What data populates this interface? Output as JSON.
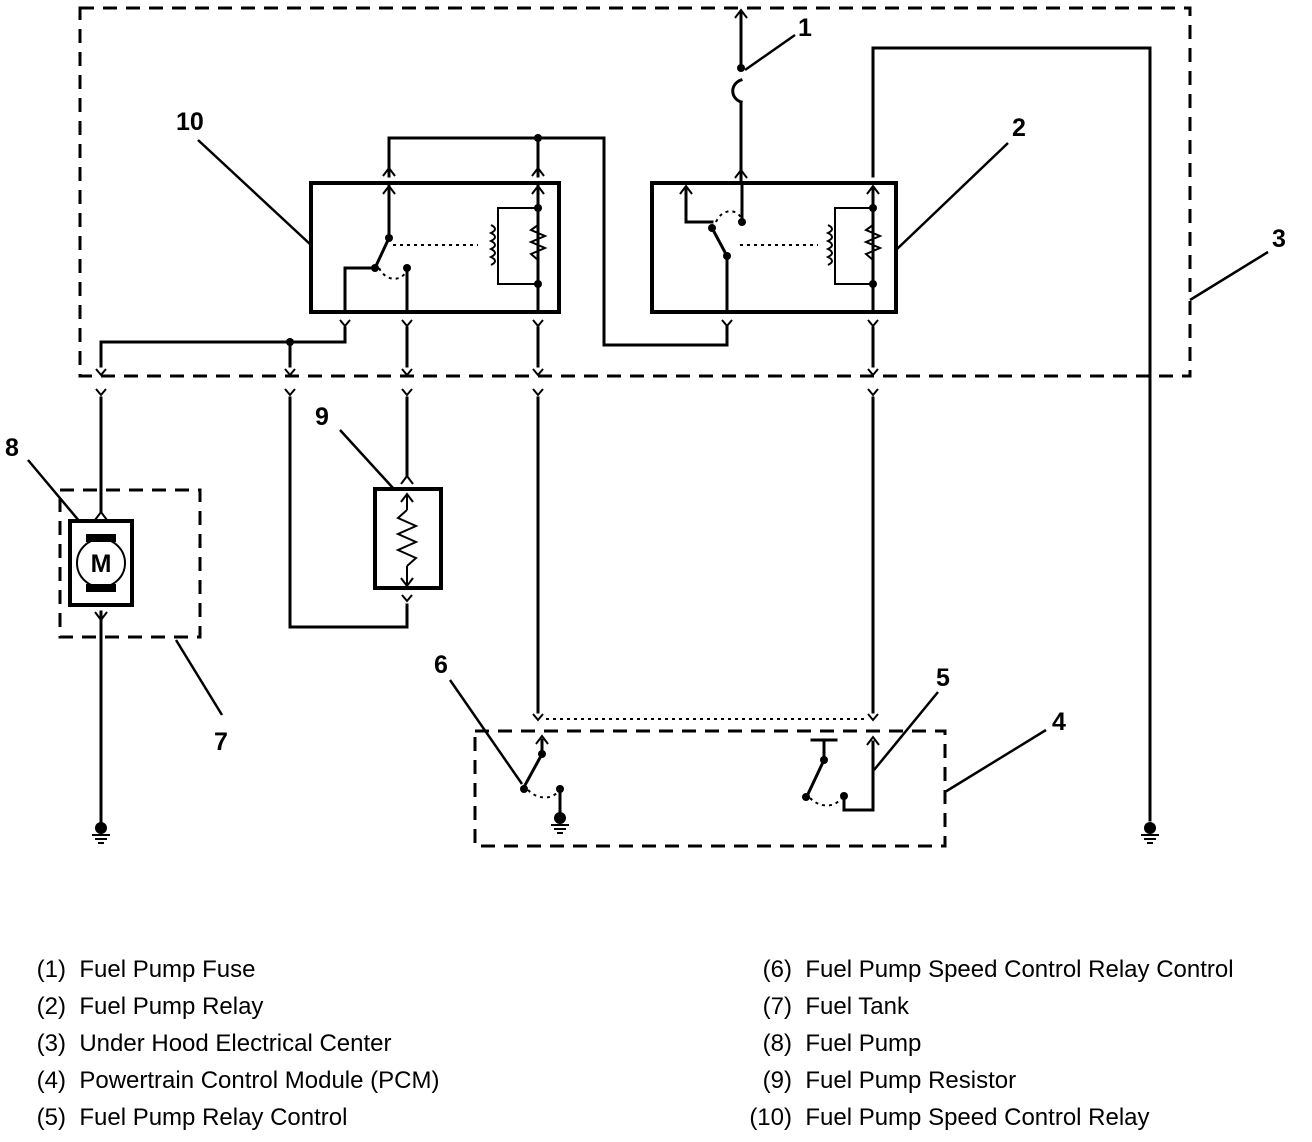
{
  "callouts": {
    "c1": "1",
    "c2": "2",
    "c3": "3",
    "c4": "4",
    "c5": "5",
    "c6": "6",
    "c7": "7",
    "c8": "8",
    "c9": "9",
    "c10": "10"
  },
  "motor_label": "M",
  "legend": {
    "left": [
      {
        "index": "(1)",
        "text": "Fuel Pump Fuse"
      },
      {
        "index": "(2)",
        "text": "Fuel Pump Relay"
      },
      {
        "index": "(3)",
        "text": "Under Hood Electrical Center"
      },
      {
        "index": "(4)",
        "text": "Powertrain Control Module (PCM)"
      },
      {
        "index": "(5)",
        "text": "Fuel Pump Relay Control"
      }
    ],
    "right": [
      {
        "index": "(6)",
        "text": "Fuel Pump Speed Control Relay Control"
      },
      {
        "index": "(7)",
        "text": "Fuel Tank"
      },
      {
        "index": "(8)",
        "text": "Fuel Pump"
      },
      {
        "index": "(9)",
        "text": "Fuel Pump Resistor"
      },
      {
        "index": "(10)",
        "text": "Fuel Pump Speed Control Relay"
      }
    ]
  }
}
